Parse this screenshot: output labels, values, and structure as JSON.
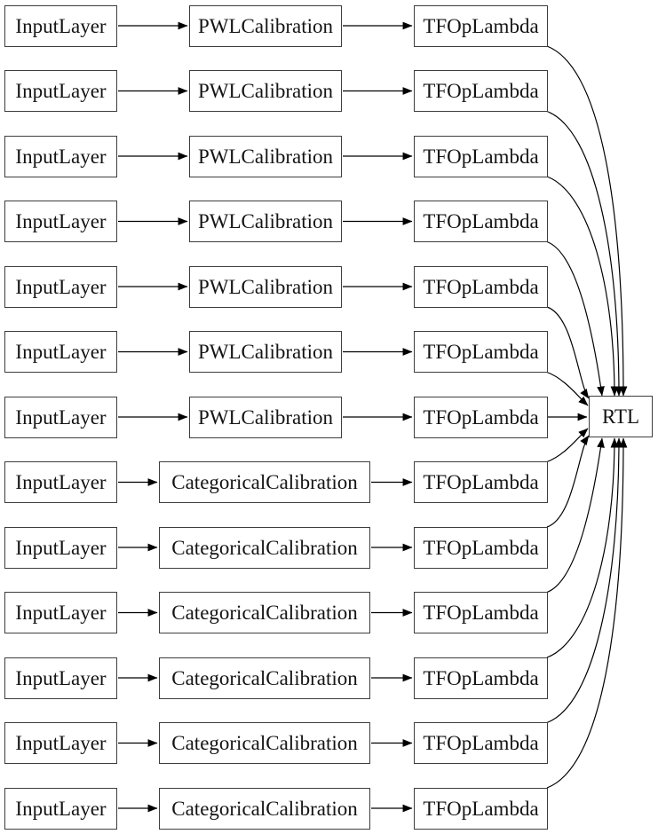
{
  "diagram": {
    "rows": [
      {
        "input": "InputLayer",
        "calibration": "PWLCalibration",
        "lambda": "TFOpLambda"
      },
      {
        "input": "InputLayer",
        "calibration": "PWLCalibration",
        "lambda": "TFOpLambda"
      },
      {
        "input": "InputLayer",
        "calibration": "PWLCalibration",
        "lambda": "TFOpLambda"
      },
      {
        "input": "InputLayer",
        "calibration": "PWLCalibration",
        "lambda": "TFOpLambda"
      },
      {
        "input": "InputLayer",
        "calibration": "PWLCalibration",
        "lambda": "TFOpLambda"
      },
      {
        "input": "InputLayer",
        "calibration": "PWLCalibration",
        "lambda": "TFOpLambda"
      },
      {
        "input": "InputLayer",
        "calibration": "PWLCalibration",
        "lambda": "TFOpLambda"
      },
      {
        "input": "InputLayer",
        "calibration": "CategoricalCalibration",
        "lambda": "TFOpLambda"
      },
      {
        "input": "InputLayer",
        "calibration": "CategoricalCalibration",
        "lambda": "TFOpLambda"
      },
      {
        "input": "InputLayer",
        "calibration": "CategoricalCalibration",
        "lambda": "TFOpLambda"
      },
      {
        "input": "InputLayer",
        "calibration": "CategoricalCalibration",
        "lambda": "TFOpLambda"
      },
      {
        "input": "InputLayer",
        "calibration": "CategoricalCalibration",
        "lambda": "TFOpLambda"
      },
      {
        "input": "InputLayer",
        "calibration": "CategoricalCalibration",
        "lambda": "TFOpLambda"
      }
    ],
    "output_label": "RTL",
    "edges": {
      "row_pattern": "InputLayer → Calibration → TFOpLambda",
      "fan_in": "every TFOpLambda → RTL"
    }
  },
  "colors": {
    "background": "#ffffff",
    "node_fill": "#ffffff",
    "node_border": "#3d3d3d",
    "text": "#141414",
    "edge": "#000000"
  }
}
